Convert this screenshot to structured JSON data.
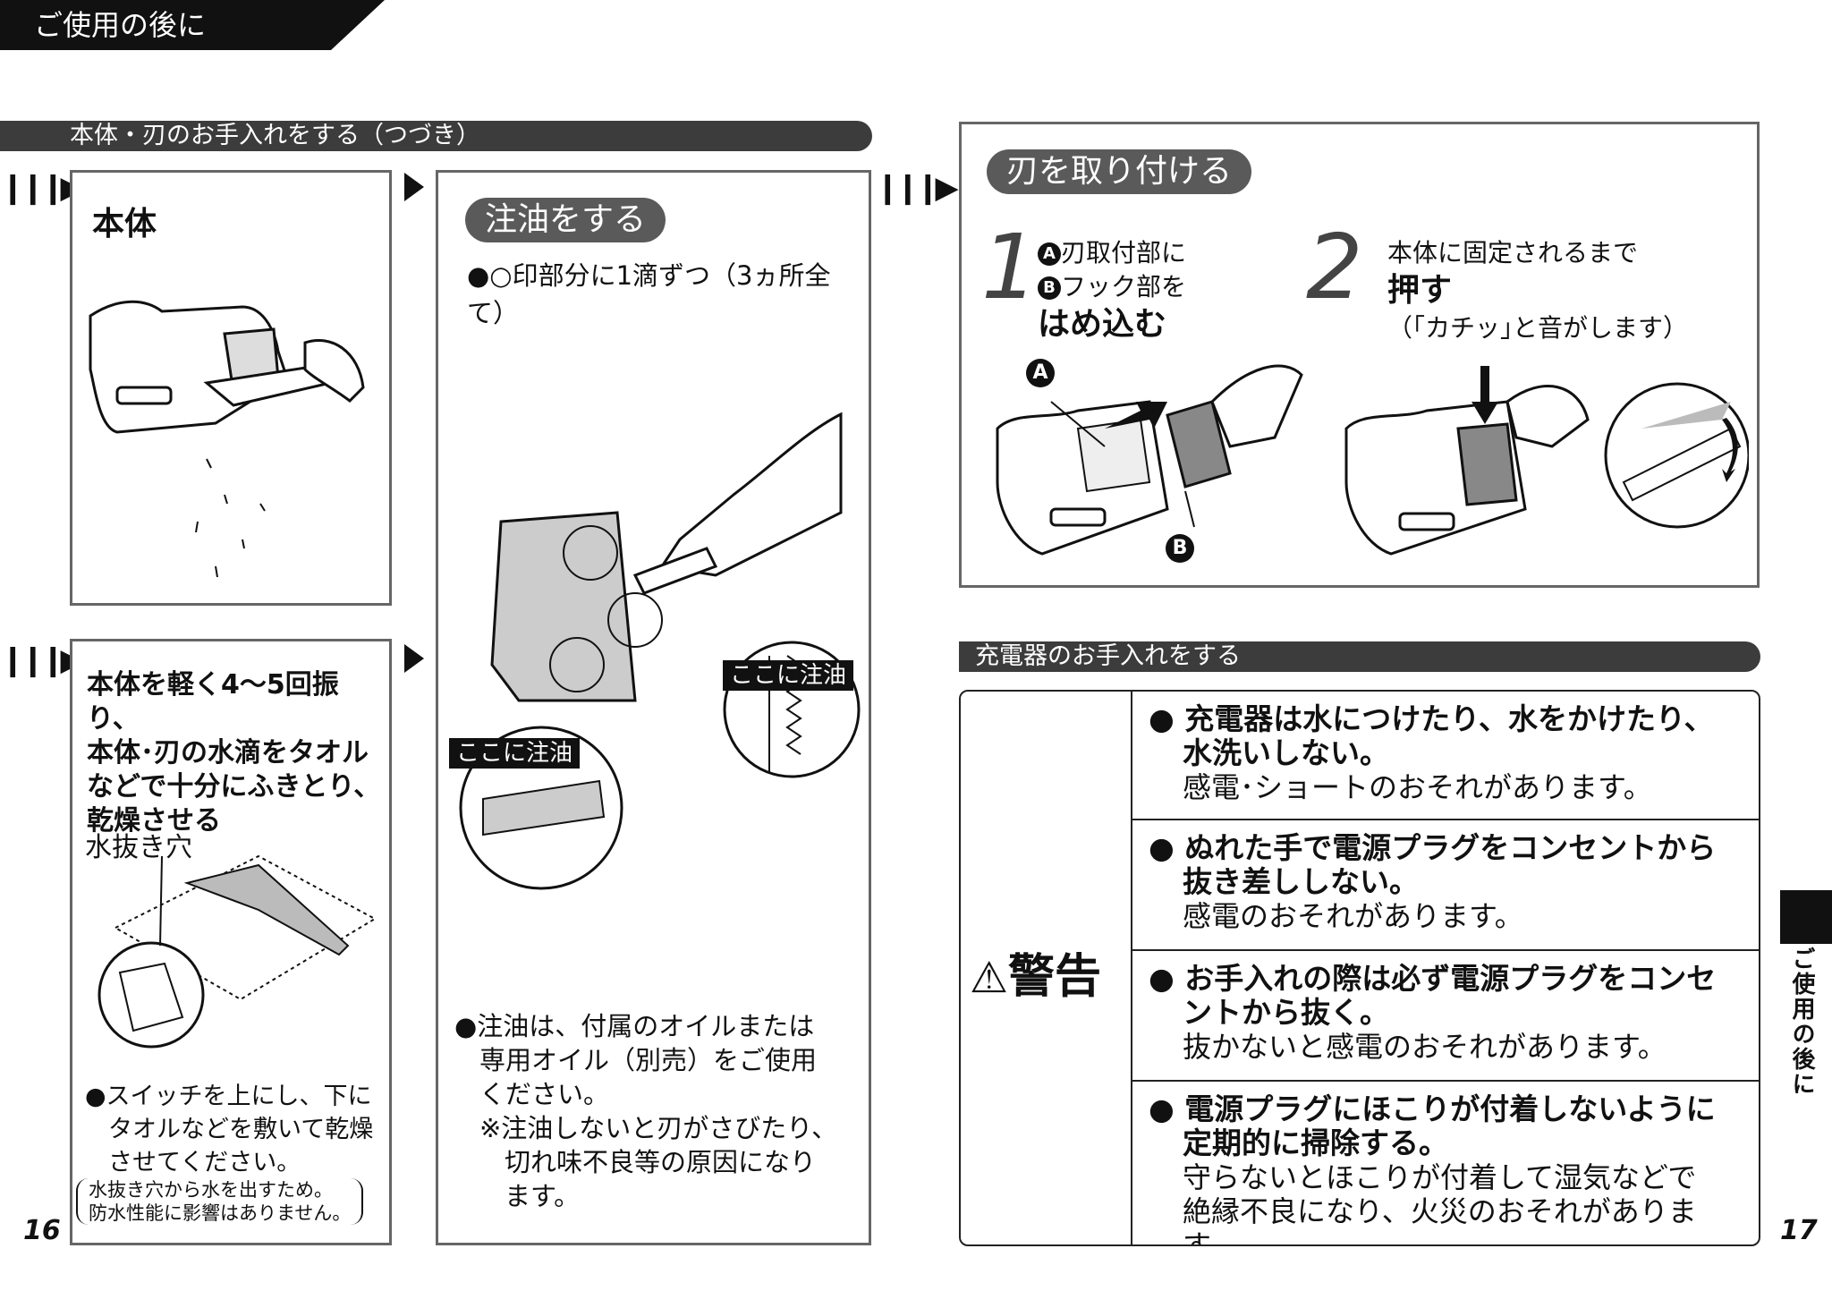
{
  "header": {
    "tab_label": "ご使用の後に"
  },
  "section1": {
    "title": "本体・刃のお手入れをする（つづき）"
  },
  "panel_body": {
    "title": "本体"
  },
  "panel_dry": {
    "text": [
      "本体を軽く4～5回振り、",
      "本体･刃の水滴をタオル",
      "などで十分にふきとり、",
      "乾燥させる"
    ],
    "drain_label": "水抜き穴",
    "note": [
      "●スイッチを上にし、下に",
      "タオルなどを敷いて乾燥",
      "させてください。"
    ],
    "paren": [
      "水抜き穴から水を出すため。",
      "防水性能に影響はありません。"
    ]
  },
  "panel_oil": {
    "title": "注油をする",
    "instruction": "●○印部分に1滴ずつ（3ヵ所全て）",
    "label_here1": "ここに注油",
    "label_here2": "ここに注油",
    "note": [
      "●注油は、付属のオイルまたは",
      "専用オイル（別売）をご使用",
      "ください。",
      "※注油しないと刃がさびたり、",
      "切れ味不良等の原因になり",
      "ます。"
    ]
  },
  "panel_attach": {
    "title": "刃を取り付ける",
    "step1_num": "1",
    "step1_line1": "刃取付部に",
    "step1_line2": "フック部を",
    "step1_line3": "はめ込む",
    "step2_num": "2",
    "step2_line1": "本体に固定されるまで",
    "step2_line2": "押す",
    "step2_line3": "（｢カチッ｣と音がします）",
    "marker_a": "A",
    "marker_b": "B"
  },
  "section2": {
    "title": "充電器のお手入れをする"
  },
  "warning": {
    "label": "警告",
    "rows": [
      {
        "bold": [
          "● 充電器は水につけたり、水をかけたり、",
          "水洗いしない。"
        ],
        "normal": [
          "感電･ショートのおそれがあります。"
        ]
      },
      {
        "bold": [
          "● ぬれた手で電源プラグをコンセントから",
          "抜き差ししない。"
        ],
        "normal": [
          "感電のおそれがあります。"
        ]
      },
      {
        "bold": [
          "● お手入れの際は必ず電源プラグをコンセ",
          "ントから抜く。"
        ],
        "normal": [
          "抜かないと感電のおそれがあります。"
        ]
      },
      {
        "bold": [
          "● 電源プラグにほこりが付着しないように",
          "定期的に掃除する。"
        ],
        "normal": [
          "守らないとほこりが付着して湿気などで",
          "絶縁不良になり、火災のおそれがあります。"
        ]
      }
    ]
  },
  "side_tab": {
    "label": "ご使用の後に"
  },
  "page_left": "16",
  "page_right": "17"
}
